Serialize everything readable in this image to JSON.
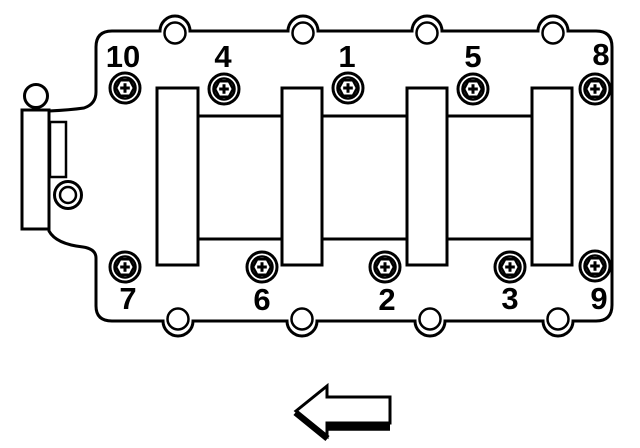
{
  "colors": {
    "line": "#000000",
    "background": "#ffffff"
  },
  "bolt_sequence": {
    "top_row": [
      {
        "label": "10"
      },
      {
        "label": "4"
      },
      {
        "label": "1"
      },
      {
        "label": "5"
      },
      {
        "label": "8"
      }
    ],
    "bottom_row": [
      {
        "label": "7"
      },
      {
        "label": "6"
      },
      {
        "label": "2"
      },
      {
        "label": "3"
      },
      {
        "label": "9"
      }
    ]
  },
  "direction_arrow": {
    "icon": "arrow-left-icon"
  }
}
